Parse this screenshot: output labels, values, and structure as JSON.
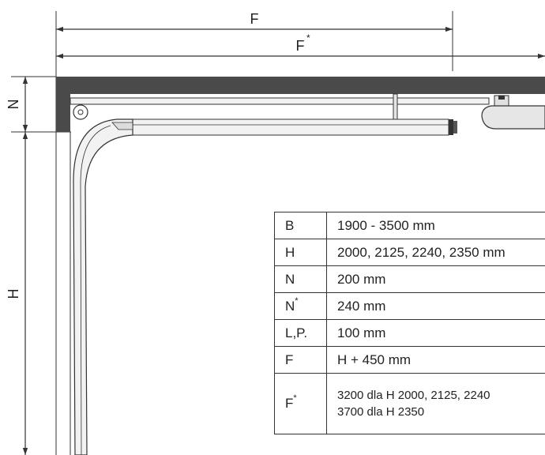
{
  "dimensions": {
    "F": "F",
    "F_star": "F",
    "N": "N",
    "H": "H",
    "star": "*"
  },
  "table": {
    "rows": [
      {
        "key": "B",
        "value": "1900 - 3500 mm"
      },
      {
        "key": "H",
        "value": "2000, 2125, 2240, 2350 mm"
      },
      {
        "key": "N",
        "value": "200 mm"
      },
      {
        "key": "N",
        "key_sup": "*",
        "value": "240 mm"
      },
      {
        "key": "L,P.",
        "value": "100 mm"
      },
      {
        "key": "F",
        "value": "H + 450 mm"
      },
      {
        "key": "F",
        "key_sup": "*",
        "value_line1": "3200 dla H 2000, 2125, 2240",
        "value_line2": "3700 dla H 2350"
      }
    ]
  },
  "colors": {
    "ceiling": "#4a4a4a",
    "line": "#333333",
    "rail_fill": "#f2f2f2"
  }
}
